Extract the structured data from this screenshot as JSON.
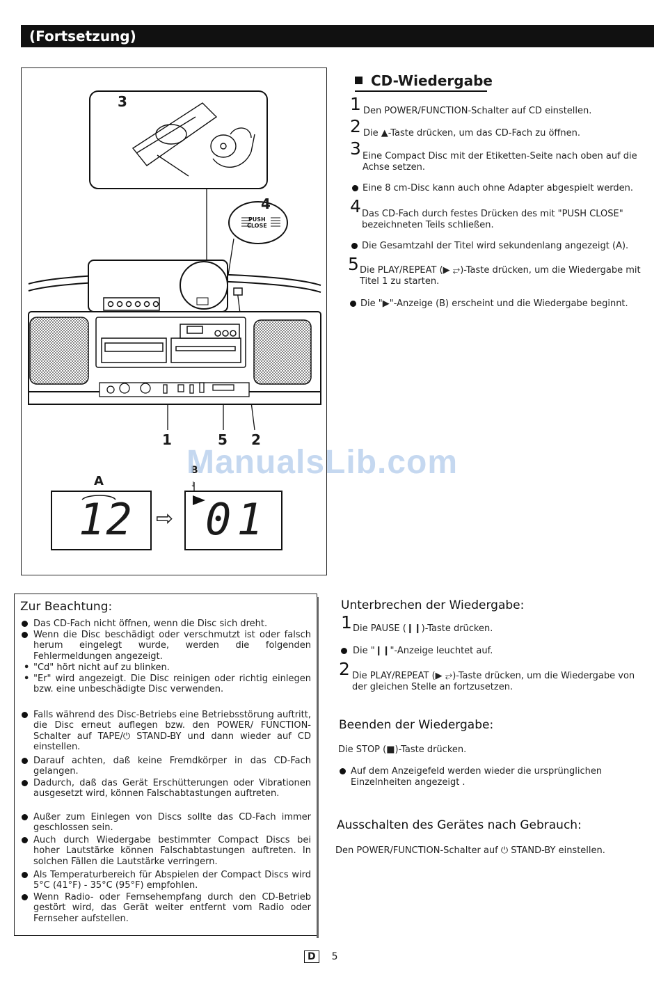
{
  "header": {
    "title": "(Fortsetzung)"
  },
  "figure": {
    "callouts": {
      "c3": "3",
      "c4": "4",
      "c1": "1",
      "c5": "5",
      "c2": "2",
      "a": "A",
      "b": "B"
    },
    "push_close": [
      "PUSH",
      "CLOSE"
    ],
    "display_a": "12",
    "display_b": "01",
    "arrow": "⇨"
  },
  "cd": {
    "title": "CD-Wiedergabe",
    "steps": [
      {
        "n": "1",
        "text": "Den POWER/FUNCTION-Schalter auf CD einstellen."
      },
      {
        "n": "2",
        "text": "Die ▲-Taste drücken, um das CD-Fach zu öffnen."
      },
      {
        "n": "3",
        "text": "Eine Compact Disc mit der Etiketten-Seite nach oben auf die Achse setzen."
      },
      {
        "n": "",
        "text": "Eine 8 cm-Disc kann auch ohne Adapter abgespielt werden."
      },
      {
        "n": "4",
        "text": "Das CD-Fach durch festes Drücken des mit \"PUSH CLOSE\" bezeichneten Teils schließen."
      },
      {
        "n": "",
        "text": "Die Gesamtzahl der Titel wird sekundenlang angezeigt (A)."
      },
      {
        "n": "5",
        "text": "Die PLAY/REPEAT (▶ ⥂)-Taste drücken, um die Wiedergabe mit Titel 1 zu starten."
      },
      {
        "n": "",
        "text": "Die \"▶\"-Anzeige (B) erscheint und die Wiedergabe beginnt."
      }
    ]
  },
  "notes": {
    "title": "Zur Beachtung:",
    "items": [
      {
        "m": "●",
        "text": "Das CD-Fach nicht öffnen, wenn die Disc sich dreht."
      },
      {
        "m": "●",
        "text": "Wenn die Disc beschädigt oder verschmutzt ist oder falsch herum eingelegt wurde, werden die folgenden Fehlermeldungen angezeigt."
      },
      {
        "m": "•",
        "text": "\"Cd\" hört nicht auf zu blinken."
      },
      {
        "m": "•",
        "text": "\"Er\" wird angezeigt. Die Disc reinigen oder richtig einlegen bzw. eine unbeschädigte Disc verwenden."
      },
      {
        "m": "●",
        "text": "Falls während des Disc-Betriebs eine Betriebsstörung auftritt, die Disc erneut auflegen bzw. den POWER/ FUNCTION-Schalter auf TAPE/⏻ STAND-BY und dann wieder auf CD einstellen."
      },
      {
        "m": "●",
        "text": "Darauf achten, daß keine Fremdkörper in das CD-Fach gelangen."
      },
      {
        "m": "●",
        "text": "Dadurch, daß das Gerät Erschütterungen oder Vibrationen ausgesetzt wird, können Falschabtastungen auftreten."
      },
      {
        "m": "●",
        "text": "Außer zum Einlegen von Discs sollte das CD-Fach immer geschlossen sein."
      },
      {
        "m": "●",
        "text": "Auch durch Wiedergabe bestimmter Compact Discs bei hoher Lautstärke können Falschabtastungen auftreten. In solchen Fällen die Lautstärke verringern."
      },
      {
        "m": "●",
        "text": "Als Temperaturbereich für Abspielen der Compact Discs wird 5°C (41°F) - 35°C (95°F) empfohlen."
      },
      {
        "m": "●",
        "text": "Wenn Radio- oder Fernsehempfang durch den CD-Betrieb gestört wird, das Gerät weiter entfernt vom Radio oder Fernseher aufstellen."
      }
    ]
  },
  "pause": {
    "title": "Unterbrechen der Wiedergabe:",
    "s1_n": "1",
    "s1": "Die PAUSE (❙❙)-Taste drücken.",
    "b1": "Die \"❙❙\"-Anzeige leuchtet auf.",
    "s2_n": "2",
    "s2": "Die PLAY/REPEAT (▶ ⥂)-Taste drücken, um die Wiedergabe von der gleichen Stelle an fortzusetzen."
  },
  "stop": {
    "title": "Beenden der Wiedergabe:",
    "line": "Die STOP (■)-Taste drücken.",
    "b1": "Auf dem Anzeigefeld werden wieder die ursprünglichen Einzelnheiten angezeigt ."
  },
  "off": {
    "title": "Ausschalten des Gerätes nach Gebrauch:",
    "line": "Den POWER/FUNCTION-Schalter auf ⏻ STAND-BY einstellen."
  },
  "watermark": "ManualsLib.com",
  "footer": {
    "lang": "D",
    "page": "5"
  }
}
